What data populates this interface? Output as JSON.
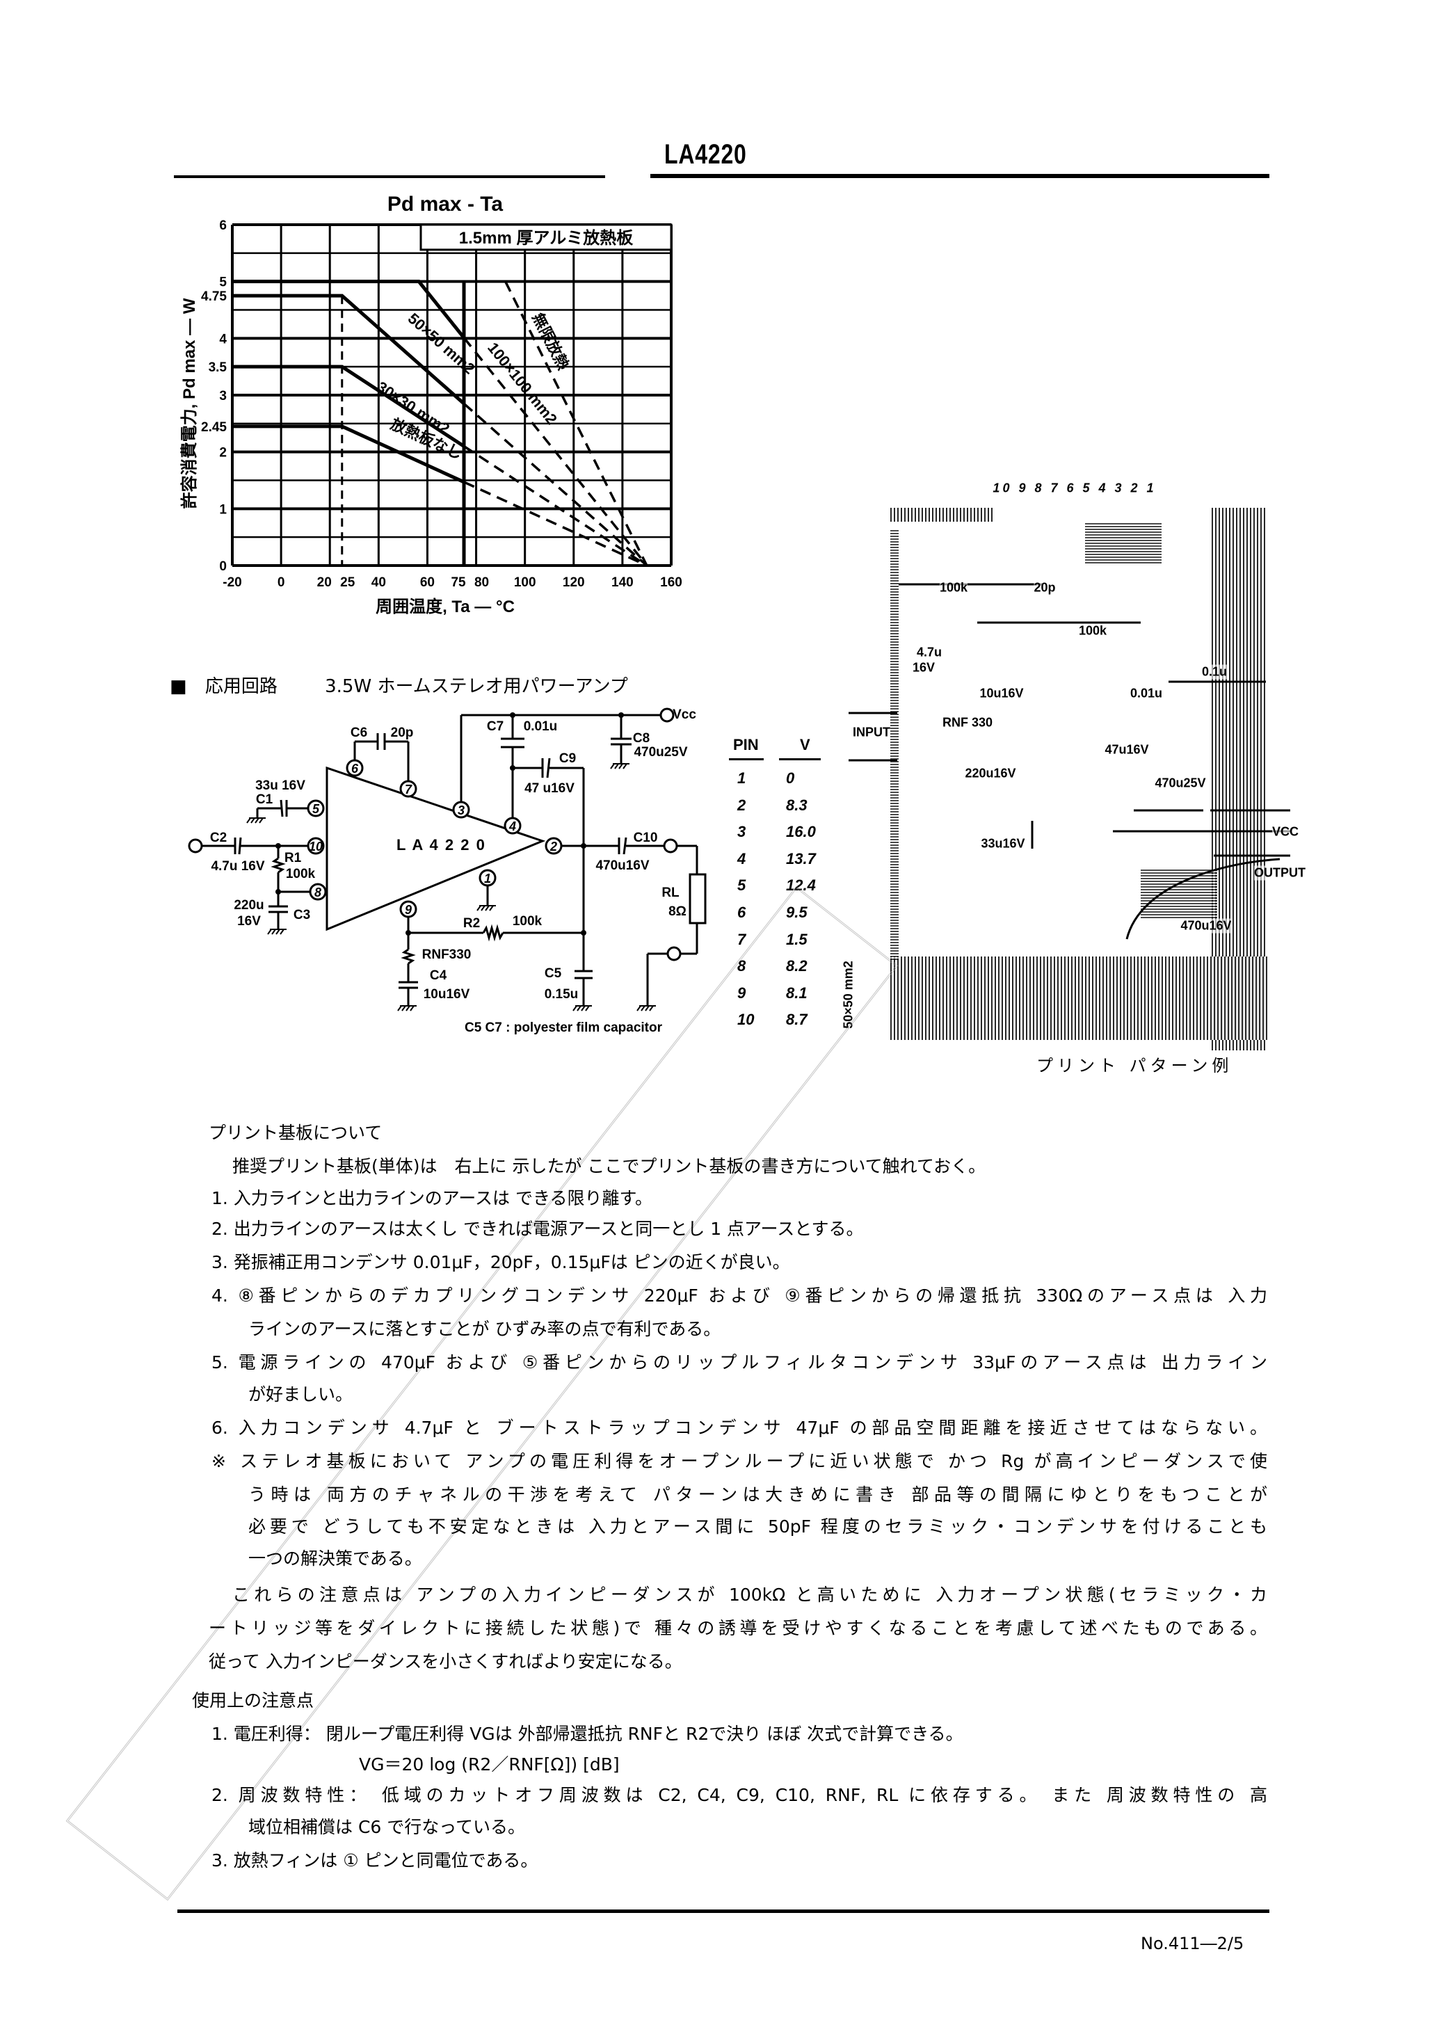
{
  "header": {
    "part_number": "LA4220"
  },
  "chart_data": {
    "type": "line",
    "title": "Pd max - Ta",
    "xlabel": "周囲温度, Ta — °C",
    "ylabel": "許容消費電力, Pd max — W",
    "legend_box": "1.5mm 厚アルミ放熱板",
    "xlim": [
      -20,
      160
    ],
    "ylim": [
      0,
      6
    ],
    "x_ticks": [
      "-20",
      "0",
      "20",
      "25",
      "40",
      "60",
      "75",
      "80",
      "100",
      "120",
      "140",
      "160"
    ],
    "y_ticks": [
      "0",
      "1",
      "2",
      "2.45",
      "3",
      "3.5",
      "4",
      "4.75",
      "5",
      "6"
    ],
    "grid": true,
    "series": [
      {
        "name": "無限放熱",
        "solid": [],
        "dashed": [
          [
            92,
            5
          ],
          [
            150,
            0
          ]
        ]
      },
      {
        "name": "100×100 mm2",
        "solid": [
          [
            -20,
            5
          ],
          [
            56.5,
            5
          ],
          [
            75,
            4.01
          ]
        ],
        "dashed": [
          [
            75,
            4.01
          ],
          [
            150,
            0
          ]
        ]
      },
      {
        "name": "50×50 mm2",
        "solid": [
          [
            -20,
            4.75
          ],
          [
            25,
            4.75
          ],
          [
            75,
            2.85
          ]
        ],
        "dashed": [
          [
            75,
            2.85
          ],
          [
            150,
            0
          ]
        ]
      },
      {
        "name": "30×30 mm2",
        "solid": [
          [
            -20,
            3.5
          ],
          [
            25,
            3.5
          ],
          [
            75,
            2.1
          ]
        ],
        "dashed": [
          [
            75,
            2.1
          ],
          [
            150,
            0
          ]
        ]
      },
      {
        "name": "放熱板なし",
        "solid": [
          [
            -20,
            2.45
          ],
          [
            25,
            2.45
          ],
          [
            75,
            1.47
          ]
        ],
        "dashed": [
          [
            75,
            1.47
          ],
          [
            150,
            0
          ]
        ]
      }
    ],
    "reference_lines": {
      "dashed_x": 25,
      "solid_x": 75
    }
  },
  "circuit": {
    "heading_marker": "■",
    "heading": "応用回路",
    "subheading": "3.5W ホームステレオ用パワーアンプ",
    "ic_label": "L A 4 2 2 0",
    "pins": [
      "1",
      "2",
      "3",
      "4",
      "5",
      "6",
      "7",
      "8",
      "9",
      "10"
    ],
    "labels": {
      "vcc": "Vcc",
      "c7": "C7",
      "c7_val": "0.01u",
      "c8": "C8",
      "c8_val": "470u25V",
      "c9": "C9",
      "c9_val": "47 u16V",
      "c6": "C6",
      "c6_val": "20p",
      "c1_val": "33u 16V",
      "c1": "C1",
      "c2": "C2",
      "c2_val": "4.7u 16V",
      "r1": "R1",
      "r1_val": "100k",
      "c3_val1": "220u",
      "c3_val2": "16V",
      "c3": "C3",
      "r2": "R2",
      "r2_val": "100k",
      "rnf": "RNF330",
      "c4": "C4",
      "c4_val": "10u16V",
      "c10": "C10",
      "c10_val": "470u16V",
      "c5": "C5",
      "c5_val": "0.15u",
      "rl": "RL",
      "rl_val": "8Ω",
      "footnote": "C5 C7 : polyester film capacitor"
    }
  },
  "pin_table": {
    "headers": [
      "PIN",
      "V"
    ],
    "rows": [
      [
        "1",
        "0"
      ],
      [
        "2",
        "8.3"
      ],
      [
        "3",
        "16.0"
      ],
      [
        "4",
        "13.7"
      ],
      [
        "5",
        "12.4"
      ],
      [
        "6",
        "9.5"
      ],
      [
        "7",
        "1.5"
      ],
      [
        "8",
        "8.2"
      ],
      [
        "9",
        "8.1"
      ],
      [
        "10",
        "8.7"
      ]
    ]
  },
  "pcb": {
    "caption": "プリント パターン例",
    "pin_numbers": "10 9 8 7 6 5 4 3 2 1",
    "side_label": "50×50 mm2",
    "labels": [
      "100k",
      "20p",
      "100k",
      "4.7u",
      "16V",
      "10u16V",
      "INPUT",
      "RNF 330",
      "220u16V",
      "0.01u",
      "47u16V",
      "0.1u",
      "470u25V",
      "33u16V",
      "VCC",
      "OUTPUT",
      "470u16V"
    ]
  },
  "body": {
    "lines": [
      "プリント基板について",
      "推奨プリント基板(単体)は　右上に 示したが ここでプリント基板の書き方について触れておく。",
      "1. 入力ラインと出力ラインのアースは できる限り離す。",
      "2. 出力ラインのアースは太くし できれば電源アースと同一とし 1 点アースとする。",
      "3. 発振補正用コンデンサ 0.01μF，20pF，0.15μFは ピンの近くが良い。",
      "4. ⑧番ピンからのデカプリングコンデンサ 220μF および ⑨番ピンからの帰還抵抗 330Ωのアース点は 入力",
      "ラインのアースに落とすことが ひずみ率の点で有利である。",
      "5. 電源ラインの 470μF および ⑤番ピンからのリップルフィルタコンデンサ 33μFのアース点は 出力ライン",
      "が好ましい。",
      "6. 入力コンデンサ 4.7μF と ブートストラップコンデンサ 47μF の部品空間距離を接近させてはならない。",
      "※ ステレオ基板において アンプの電圧利得をオープンループに近い状態で かつ Rg が高インピーダンスで使",
      "う時は 両方のチャネルの干渉を考えて パターンは大きめに書き 部品等の間隔にゆとりをもつことが",
      "必要で どうしても不安定なときは 入力とアース間に 50pF 程度のセラミック・コンデンサを付けることも",
      "一つの解決策である。",
      "これらの注意点は アンプの入力インピーダンスが 100kΩ と高いために 入力オープン状態(セラミック・カ",
      "ートリッジ等をダイレクトに接続した状態)で 種々の誘導を受けやすくなることを考慮して述べたものである。",
      "従って 入力インピーダンスを小さくすればより安定になる。",
      "使用上の注意点",
      "1. 電圧利得： 閉ループ電圧利得 VGは 外部帰還抵抗 RNFと R2で決り ほぼ 次式で計算できる。",
      "VG＝20 log (R2／RNF[Ω]) [dB]",
      "2. 周波数特性： 低域のカットオフ周波数は C2, C4, C9, C10, RNF, RL に依存する。 また 周波数特性の 高",
      "域位相補償は C6 で行なっている。",
      "3. 放熱フィンは ① ピンと同電位である。"
    ]
  },
  "footer": {
    "page_number": "No.411―2/5"
  }
}
